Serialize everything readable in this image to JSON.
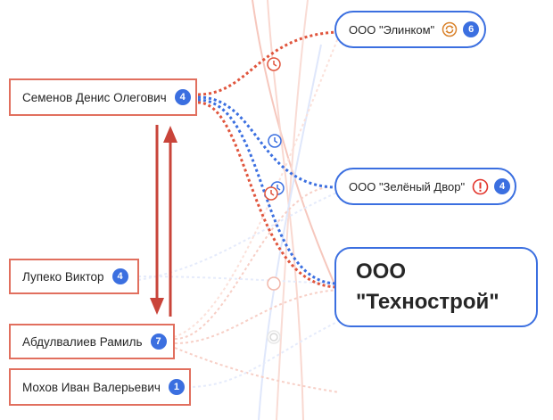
{
  "persons": [
    {
      "name": "Семенов Денис Олегович",
      "count": "4"
    },
    {
      "name": "Лупеко Виктор",
      "count": "4"
    },
    {
      "name": "Абдулвалиев Рамиль",
      "count": "7"
    },
    {
      "name": "Мохов Иван Валерьевич",
      "count": "1"
    }
  ],
  "companies": [
    {
      "name": "ООО \"Элинком\"",
      "count": "6",
      "status_icon": "refresh-icon"
    },
    {
      "name": "ООО \"Зелёный Двор\"",
      "count": "4",
      "status_icon": "alert-icon"
    },
    {
      "name_line1": "ООО",
      "name_line2": "\"Технострой\""
    }
  ],
  "colors": {
    "person_border": "#e16f5e",
    "company_border": "#3b6fe0",
    "badge": "#3b6fe0",
    "red_edge": "#e0553d",
    "blue_edge": "#3b6fe0",
    "arrow": "#c9443a"
  }
}
